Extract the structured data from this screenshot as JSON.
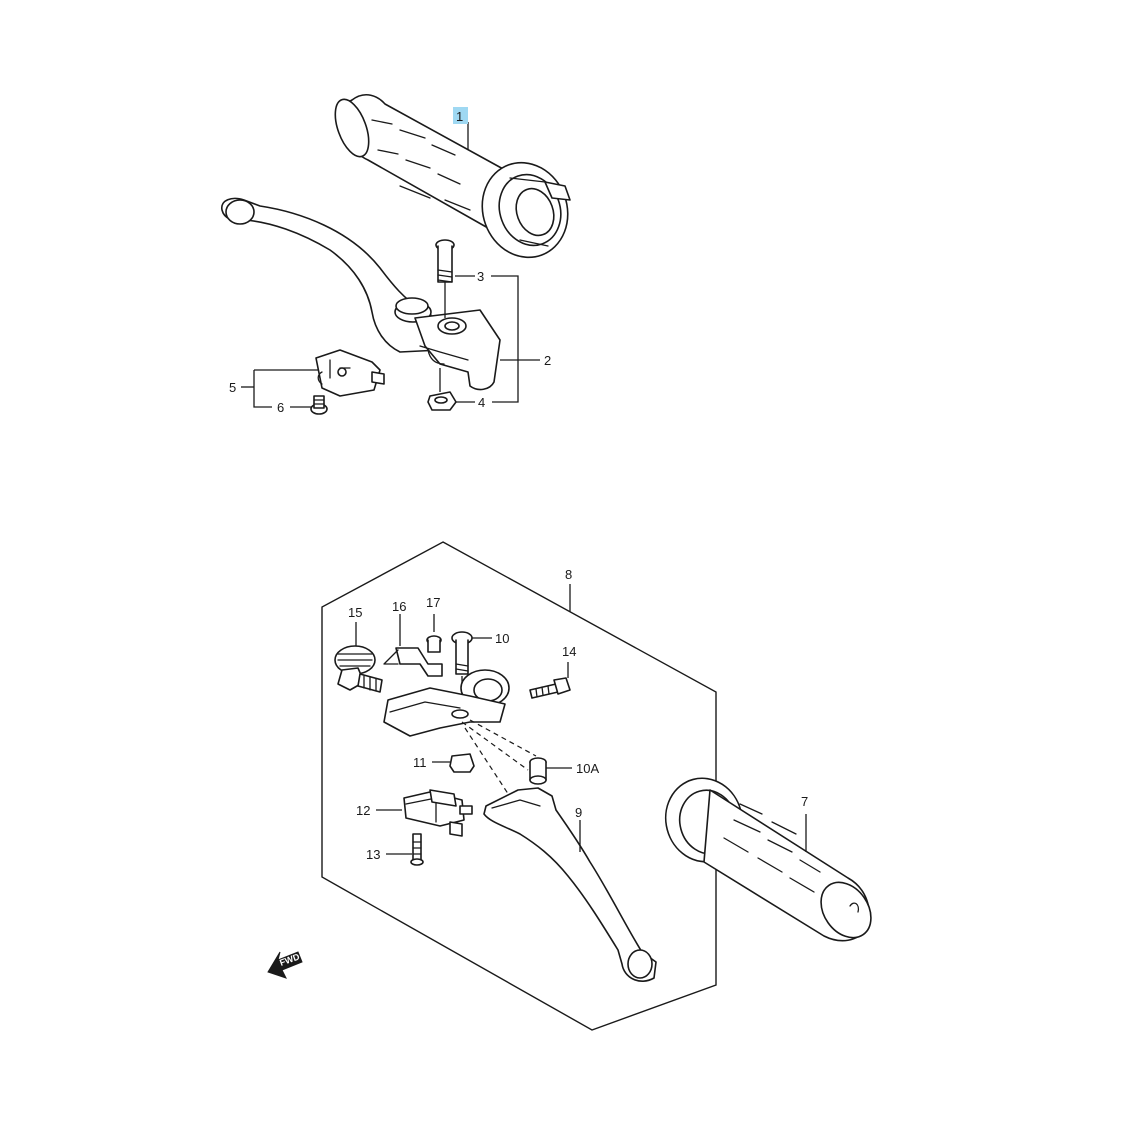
{
  "callouts": {
    "c1": "1",
    "c2": "2",
    "c3": "3",
    "c4": "4",
    "c5": "5",
    "c6": "6",
    "c7": "7",
    "c8": "8",
    "c9": "9",
    "c10": "10",
    "c10a": "10A",
    "c11": "11",
    "c12": "12",
    "c13": "13",
    "c14": "14",
    "c15": "15",
    "c16": "16",
    "c17": "17"
  },
  "highlighted_callout": "1",
  "highlight_color": "#9fd8f2",
  "fwd_badge": "FWD"
}
